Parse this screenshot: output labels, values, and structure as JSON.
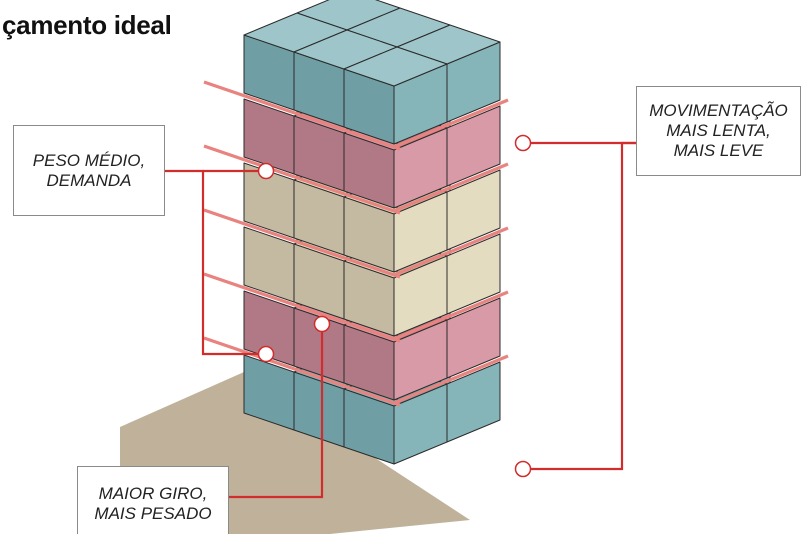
{
  "title": "çamento ideal",
  "colors": {
    "light_top": "#9ec6ca",
    "light_left": "#6f9fa4",
    "light_right": "#86b5b9",
    "medium_top": "#e7b7bf",
    "medium_left": "#b07985",
    "medium_right": "#d89aa6",
    "heavy_top": "#f1ead4",
    "heavy_left": "#c4baa1",
    "heavy_right": "#e4dcc1",
    "separator": "#e8837f",
    "leader": "#d22c2c",
    "shadow": "#c0b29a",
    "edge": "#2b2b2b"
  },
  "layers": [
    {
      "name": "bottom-layer",
      "category": "light"
    },
    {
      "name": "layer-2",
      "category": "medium"
    },
    {
      "name": "layer-3",
      "category": "heavy"
    },
    {
      "name": "layer-4",
      "category": "heavy"
    },
    {
      "name": "layer-5",
      "category": "medium"
    },
    {
      "name": "top-layer",
      "category": "light"
    }
  ],
  "labels": {
    "medium": {
      "line1": "PESO MÉDIO,",
      "line2": "DEMANDA"
    },
    "light": {
      "line1": "MOVIMENTAÇÃO",
      "line2": "MAIS LENTA,",
      "line3": "MAIS LEVE"
    },
    "heavy": {
      "line1": "MAIOR GIRO,",
      "line2": "MAIS PESADO"
    }
  }
}
